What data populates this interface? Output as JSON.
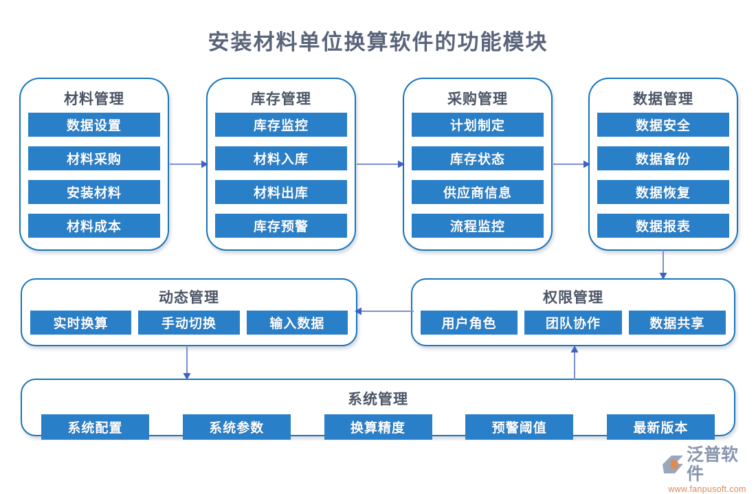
{
  "title": "安装材料单位换算软件的功能模块",
  "colors": {
    "item_blue": "#2a7fc9",
    "border_blue": "#1574bb",
    "title_gray": "#59637a",
    "arrow_blue": "#7b8fd0",
    "logo_text": "#8795ad",
    "logo_url": "#d98a5a"
  },
  "top_modules": [
    {
      "title": "材料管理",
      "items": [
        "数据设置",
        "材料采购",
        "安装材料",
        "材料成本"
      ]
    },
    {
      "title": "库存管理",
      "items": [
        "库存监控",
        "材料入库",
        "材料出库",
        "库存预警"
      ]
    },
    {
      "title": "采购管理",
      "items": [
        "计划制定",
        "库存状态",
        "供应商信息",
        "流程监控"
      ]
    },
    {
      "title": "数据管理",
      "items": [
        "数据安全",
        "数据备份",
        "数据恢复",
        "数据报表"
      ]
    }
  ],
  "dynamic_module": {
    "title": "动态管理",
    "items": [
      "实时换算",
      "手动切换",
      "输入数据"
    ]
  },
  "permission_module": {
    "title": "权限管理",
    "items": [
      "用户角色",
      "团队协作",
      "数据共享"
    ]
  },
  "system_module": {
    "title": "系统管理",
    "items": [
      "系统配置",
      "系统参数",
      "换算精度",
      "预警阈值",
      "最新版本"
    ]
  },
  "logo": {
    "name": "泛普软件",
    "url": "www.fanpusoft.com"
  }
}
